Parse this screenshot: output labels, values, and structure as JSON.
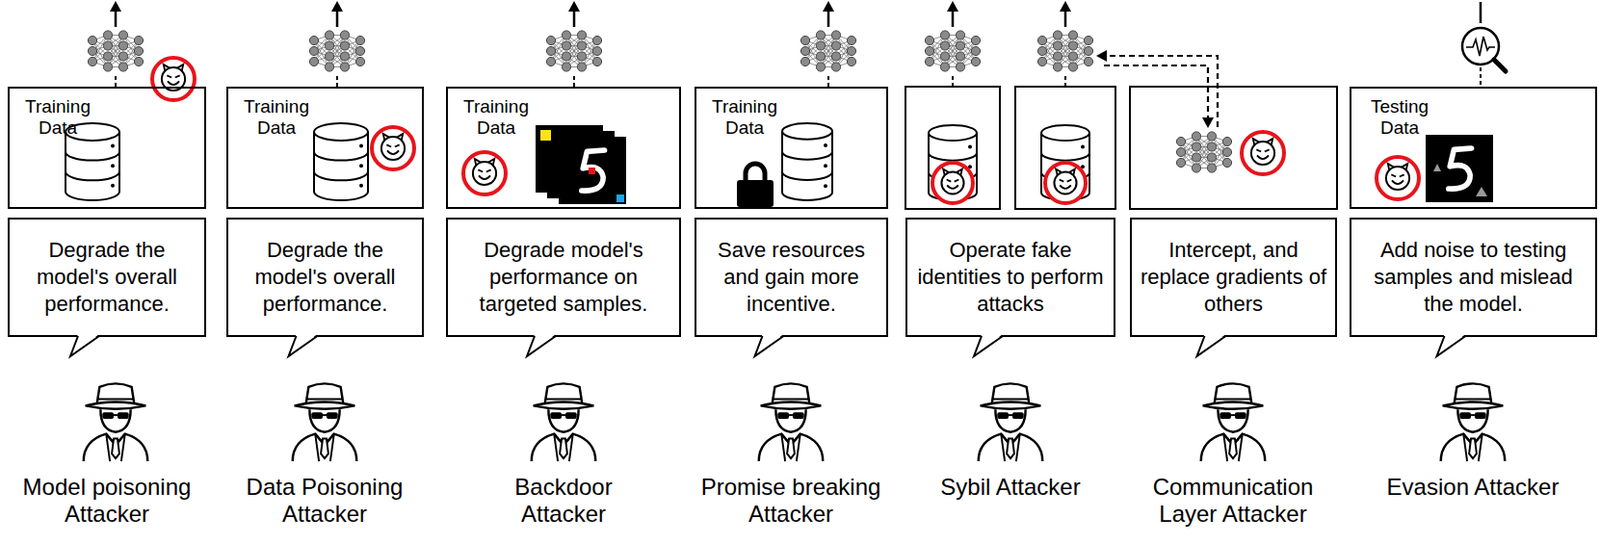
{
  "diagram": {
    "nodes": [
      {
        "text": [
          "Training Data"
        ]
      },
      {
        "text": [
          "Training Data"
        ]
      },
      {
        "text": [
          "Training Data"
        ]
      },
      {
        "text": [
          "Training Data"
        ]
      },
      {
        "text": [
          "Testing Data"
        ]
      },
      {
        "text": [
          "Degrade the model's overall performance."
        ]
      },
      {
        "text": [
          "Degrade the model's overall performance."
        ]
      },
      {
        "text": [
          "Degrade model's performance on targeted samples."
        ]
      },
      {
        "text": [
          "Save resources and gain more incentive."
        ]
      },
      {
        "text": [
          "Operate fake identities to perform attacks"
        ]
      },
      {
        "text": [
          "Intercept, and replace gradients of others"
        ]
      },
      {
        "text": [
          "Add noise to testing samples and mislead the model."
        ]
      }
    ],
    "labels": [
      "Model poisoning Attacker",
      "Data Poisoning Attacker",
      "Backdoor Attacker",
      "Promise breaking Attacker",
      "Sybil Attacker",
      "Communication Layer Attacker",
      "Evasion Attacker"
    ]
  }
}
